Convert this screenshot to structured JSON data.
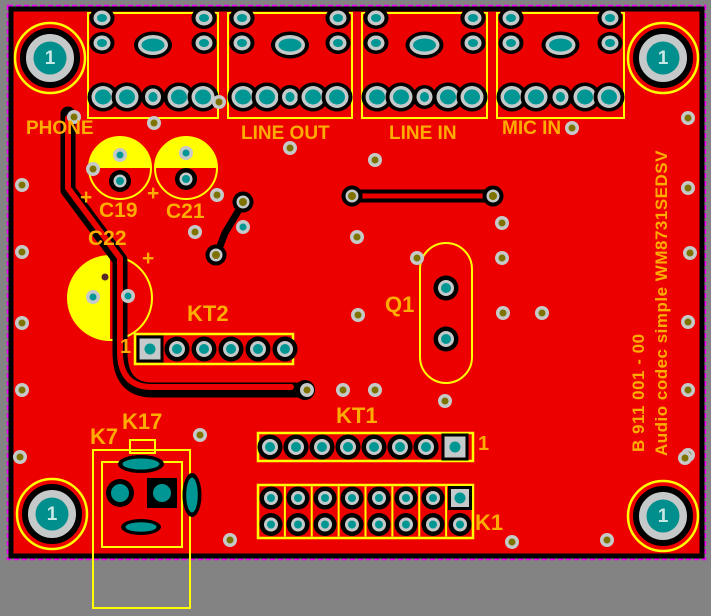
{
  "board": {
    "mount_hole_label": "1",
    "plus_mark": "+",
    "side_text_line1": "B 911 001 - 00",
    "side_text_line2": "Audio codec simple WM8731SEDSV"
  },
  "connectors": {
    "phone": {
      "label": "PHONE"
    },
    "line_out": {
      "label": "LINE OUT"
    },
    "line_in": {
      "label": "LINE IN"
    },
    "mic_in": {
      "label": "MIC IN"
    },
    "kt2": {
      "label": "KT2",
      "pin1_label": "1",
      "pin_count": 6
    },
    "kt1": {
      "label": "KT1",
      "pin1_label": "1",
      "pin_count": 8
    },
    "k1": {
      "label": "K1",
      "pin_count": 16
    },
    "k7": {
      "label": "K7"
    },
    "k17": {
      "label": "K17"
    }
  },
  "components": {
    "c19": {
      "label": "C19"
    },
    "c21": {
      "label": "C21"
    },
    "c22": {
      "label": "C22"
    },
    "q1": {
      "label": "Q1"
    }
  },
  "colors": {
    "board_red": "#ED0000",
    "silkscreen_yellow": "#FFFF00",
    "label_orange": "#FFAC00",
    "pad_gray": "#C6C9C9",
    "pad_teal": "#009693",
    "mount_teal": "#008F8C",
    "via_olive": "#7E7200",
    "border_magenta": "#F000F0",
    "background_gray": "#838383"
  }
}
